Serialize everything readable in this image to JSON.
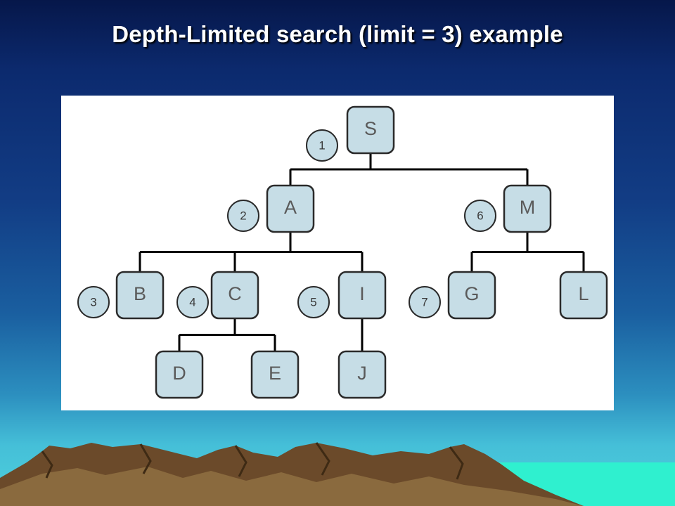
{
  "slide": {
    "title": "Depth-Limited search (limit = 3) example"
  },
  "tree": {
    "nodes": [
      {
        "id": "S",
        "label": "S"
      },
      {
        "id": "A",
        "label": "A"
      },
      {
        "id": "M",
        "label": "M"
      },
      {
        "id": "B",
        "label": "B"
      },
      {
        "id": "C",
        "label": "C"
      },
      {
        "id": "I",
        "label": "I"
      },
      {
        "id": "G",
        "label": "G"
      },
      {
        "id": "L",
        "label": "L"
      },
      {
        "id": "D",
        "label": "D"
      },
      {
        "id": "E",
        "label": "E"
      },
      {
        "id": "J",
        "label": "J"
      }
    ],
    "edges": [
      [
        "S",
        "A"
      ],
      [
        "S",
        "M"
      ],
      [
        "A",
        "B"
      ],
      [
        "A",
        "C"
      ],
      [
        "A",
        "I"
      ],
      [
        "M",
        "G"
      ],
      [
        "M",
        "L"
      ],
      [
        "C",
        "D"
      ],
      [
        "C",
        "E"
      ],
      [
        "I",
        "J"
      ]
    ],
    "visit_order": [
      {
        "label": "1",
        "node": "S"
      },
      {
        "label": "2",
        "node": "A"
      },
      {
        "label": "3",
        "node": "B"
      },
      {
        "label": "4",
        "node": "C"
      },
      {
        "label": "5",
        "node": "I"
      },
      {
        "label": "6",
        "node": "M"
      },
      {
        "label": "7",
        "node": "G"
      }
    ]
  },
  "colors": {
    "node_fill": "#c6dde6",
    "outline": "#2a2a2a",
    "panel": "#ffffff",
    "title": "#ffffff"
  }
}
